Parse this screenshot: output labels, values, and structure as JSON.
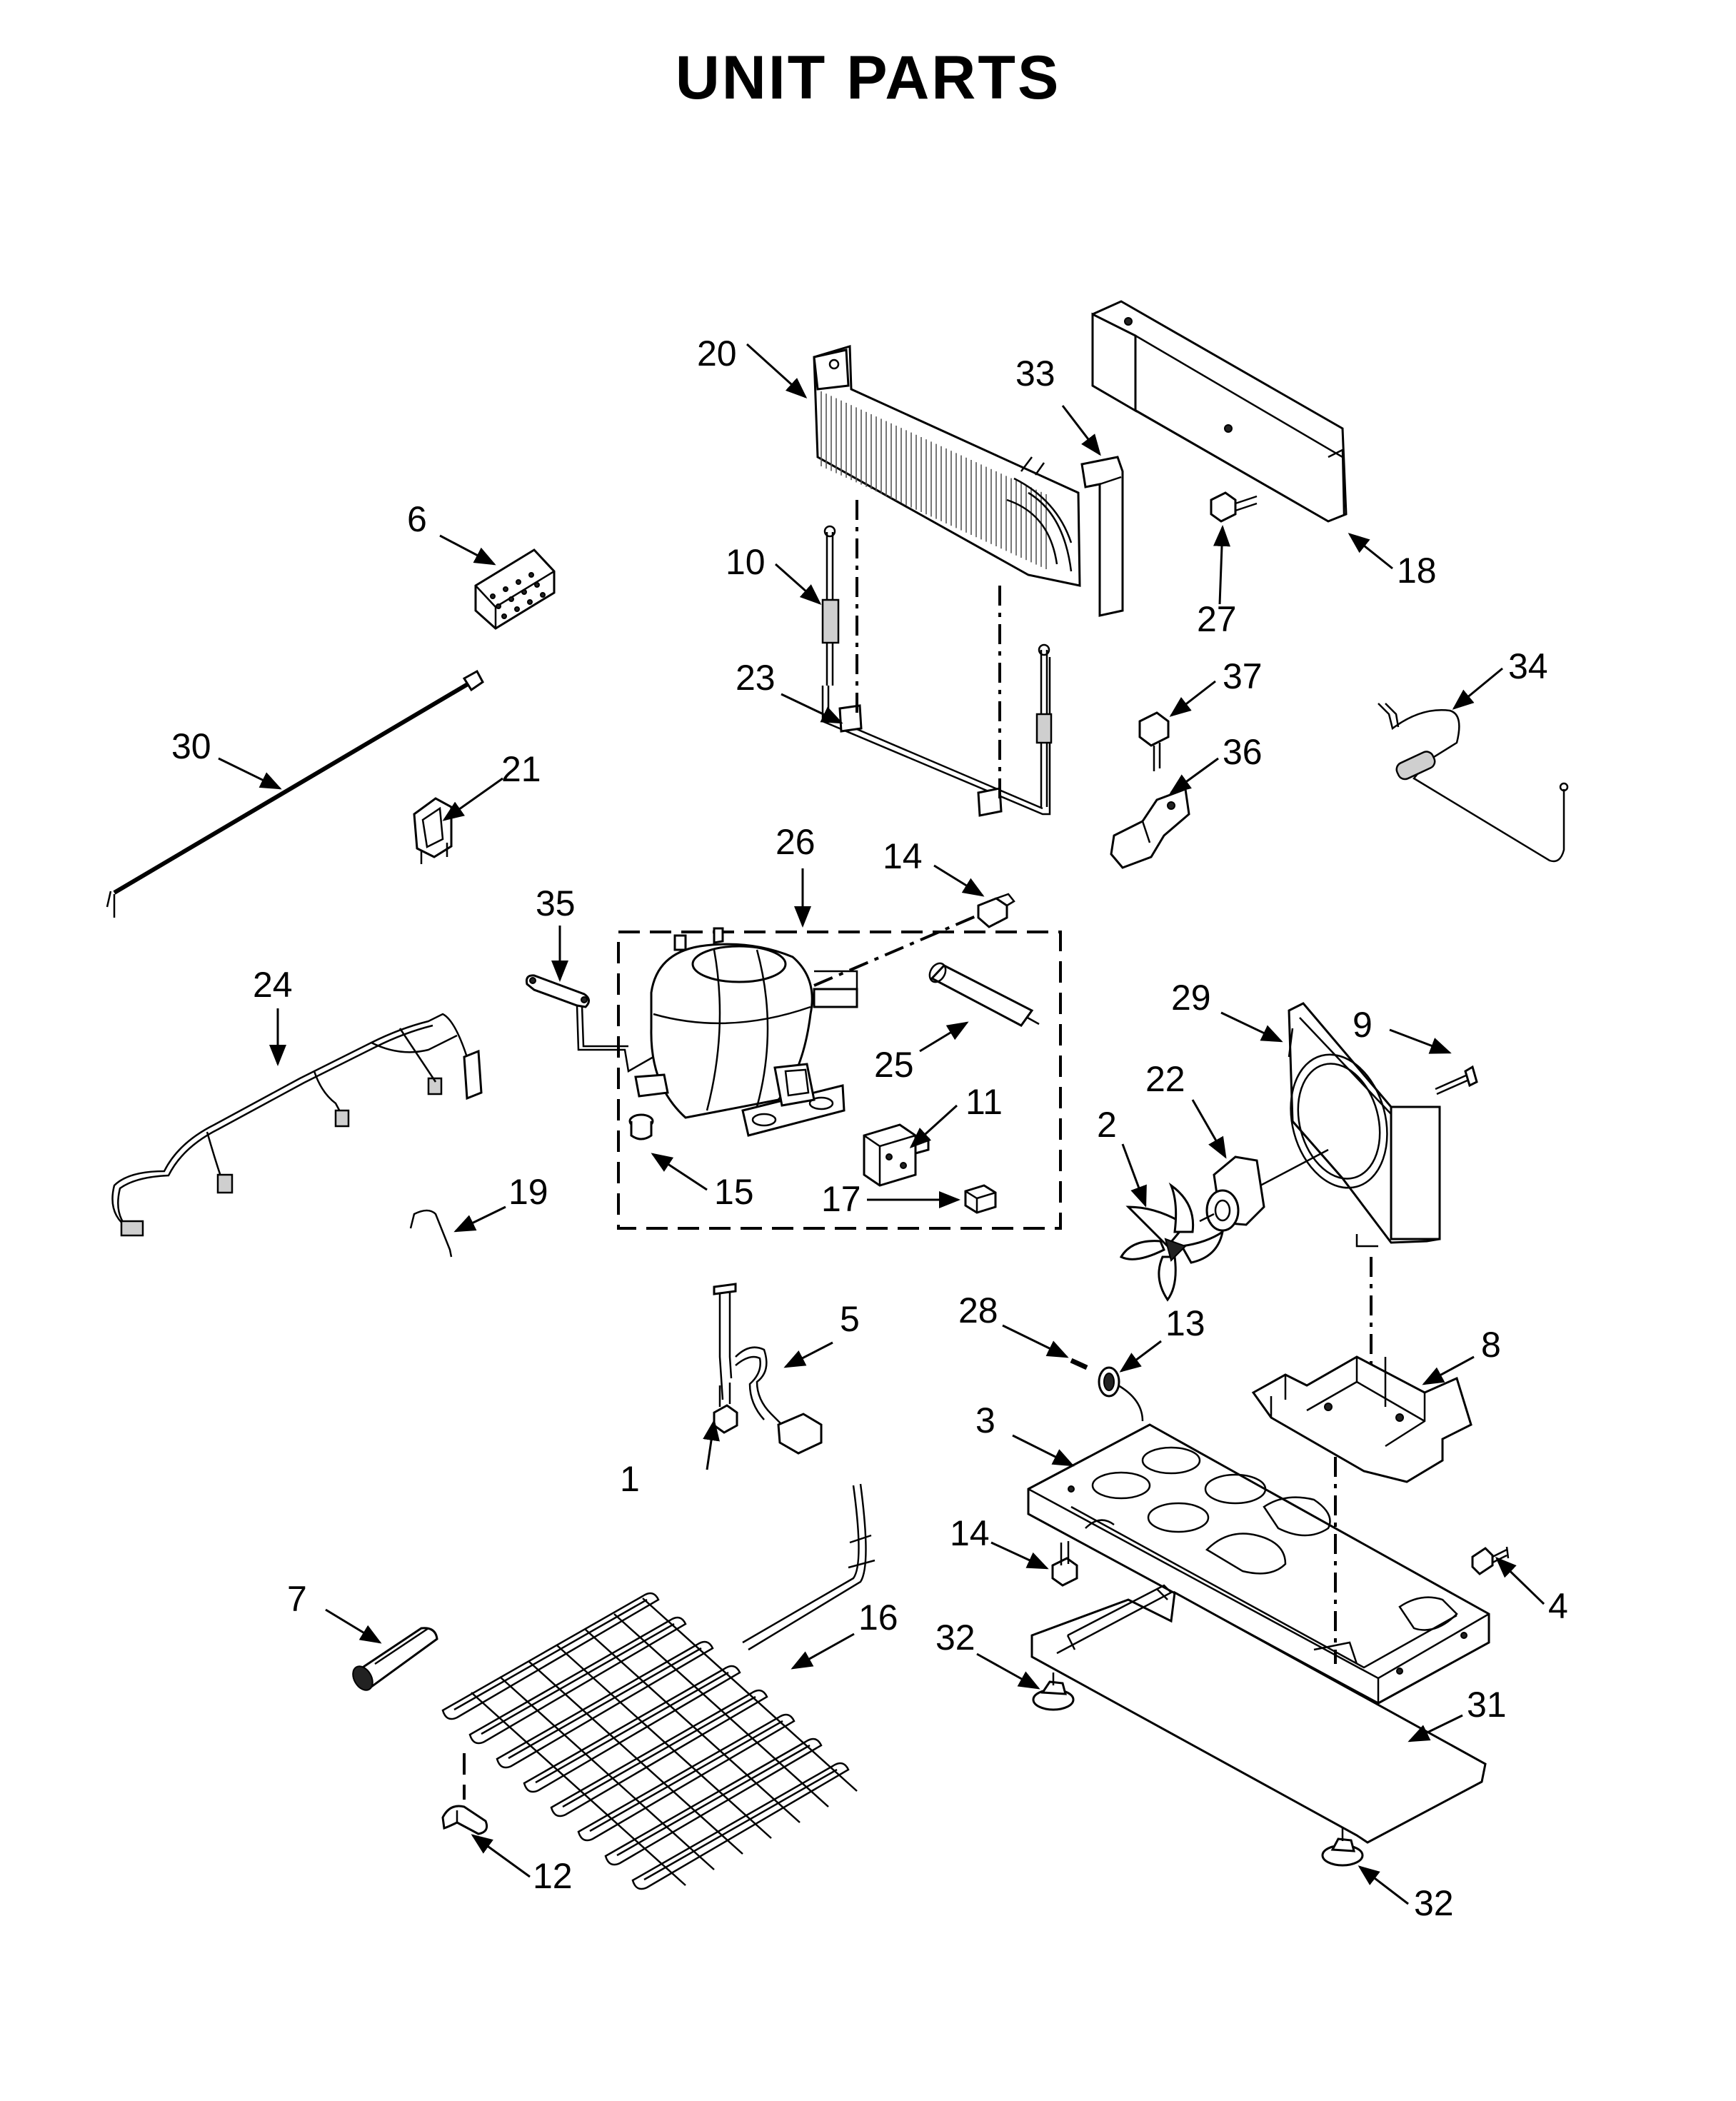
{
  "title": "UNIT  PARTS",
  "callouts": {
    "c1": "1",
    "c2": "2",
    "c3": "3",
    "c4": "4",
    "c5": "5",
    "c6": "6",
    "c7": "7",
    "c8": "8",
    "c9": "9",
    "c10": "10",
    "c11": "11",
    "c12": "12",
    "c13": "13",
    "c14": "14",
    "c15": "15",
    "c16": "16",
    "c17": "17",
    "c18": "18",
    "c19": "19",
    "c20": "20",
    "c21": "21",
    "c22": "22",
    "c23": "23",
    "c24": "24",
    "c25": "25",
    "c26": "26",
    "c27": "27",
    "c28": "28",
    "c29": "29",
    "c30": "30",
    "c31": "31",
    "c32": "32",
    "c33": "33",
    "c34": "34",
    "c35": "35",
    "c36": "36",
    "c37": "37"
  }
}
